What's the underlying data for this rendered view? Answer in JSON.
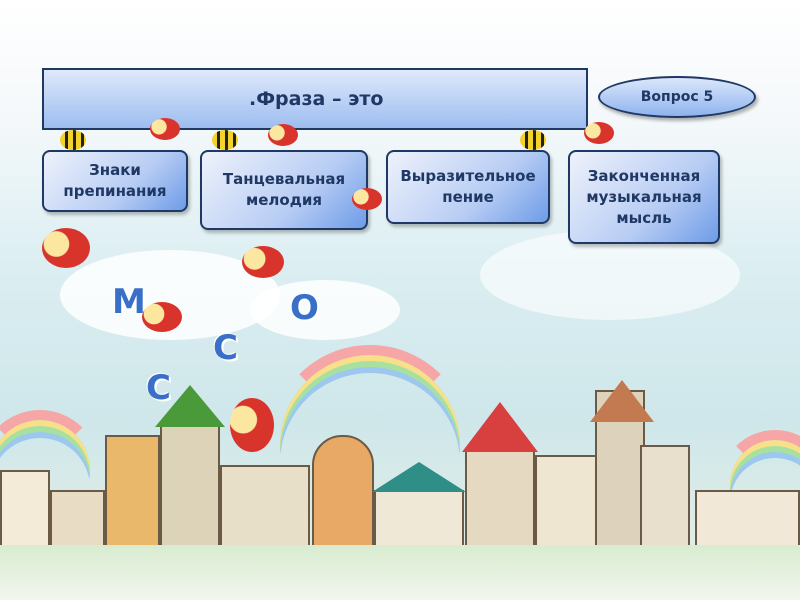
{
  "title": ".Фраза – это",
  "question_badge": "Вопрос 5",
  "answers": [
    {
      "label": "Знаки препинания"
    },
    {
      "label": "Танцевальная мелодия"
    },
    {
      "label": "Выразительное пение"
    },
    {
      "label": "Законченная музыкальная мысль"
    }
  ],
  "letters": [
    "М",
    "С",
    "С",
    "О"
  ],
  "colors": {
    "box_border": "#1f3864",
    "box_fill": "#9dbdf0",
    "text": "#1f3864"
  }
}
